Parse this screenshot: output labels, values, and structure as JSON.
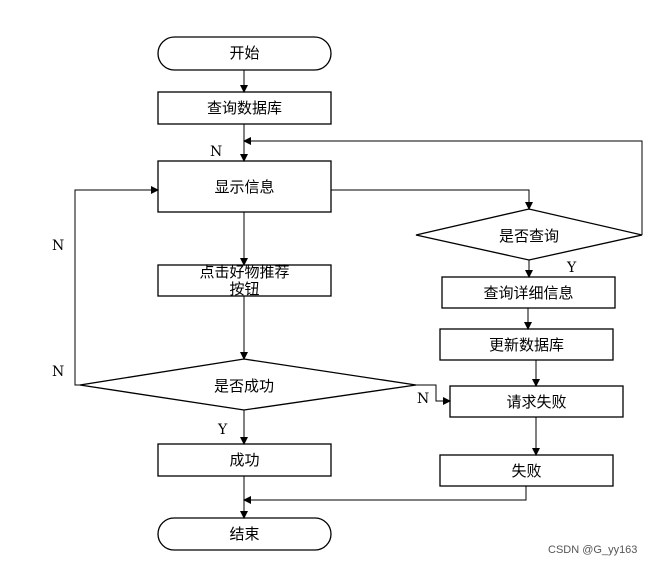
{
  "nodes": {
    "start": "开始",
    "query_db": "查询数据库",
    "show_info": "显示信息",
    "click_line1": "点击好物推荐",
    "click_line2": "按钮",
    "is_success": "是否成功",
    "success": "成功",
    "end": "结束",
    "is_query": "是否查询",
    "query_detail": "查询详细信息",
    "update_db": "更新数据库",
    "request_fail": "请求失败",
    "fail": "失败"
  },
  "edge_labels": {
    "n_into_show": "N",
    "n_left_loop": "N",
    "n_left_diamond": "N",
    "y_success": "Y",
    "y_query": "Y",
    "n_to_request_fail": "N"
  },
  "watermark": "CSDN @G_yy163"
}
